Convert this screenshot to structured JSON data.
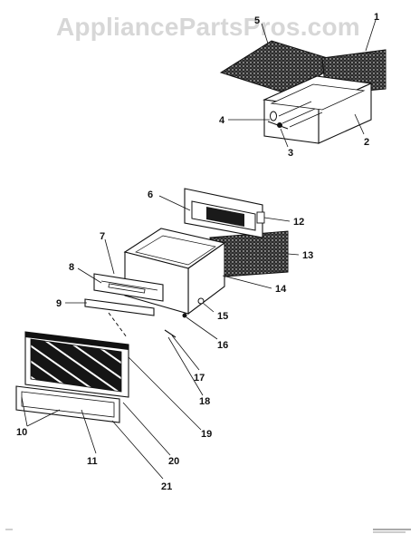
{
  "watermark": {
    "text": "AppliancePartsPros.com"
  },
  "callouts": [
    "1",
    "2",
    "3",
    "4",
    "5",
    "6",
    "7",
    "8",
    "9",
    "10",
    "11",
    "12",
    "13",
    "14",
    "15",
    "16",
    "17",
    "18",
    "19",
    "20",
    "21"
  ],
  "colors": {
    "line": "#111111",
    "watermark": "#d7d7d7",
    "panel_fill": "#1a1a1a",
    "background": "#ffffff"
  }
}
